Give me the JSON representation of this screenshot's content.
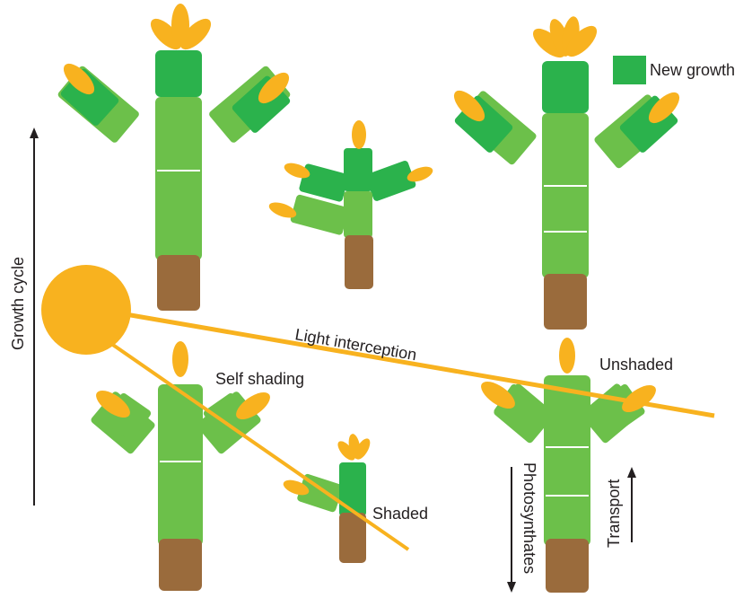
{
  "colors": {
    "new_growth": "#2bb24c",
    "old_growth": "#6cc04a",
    "pot": "#9a6b3c",
    "flower": "#f8b21f",
    "sun": "#f8b21f",
    "text": "#231f20"
  },
  "legend": {
    "new_growth_label": "New growth"
  },
  "labels": {
    "growth_cycle": "Growth cycle",
    "light_interception": "Light interception",
    "self_shading": "Self shading",
    "unshaded": "Unshaded",
    "shaded": "Shaded",
    "photosynthates": "Photosynthates",
    "transport": "Transport"
  }
}
